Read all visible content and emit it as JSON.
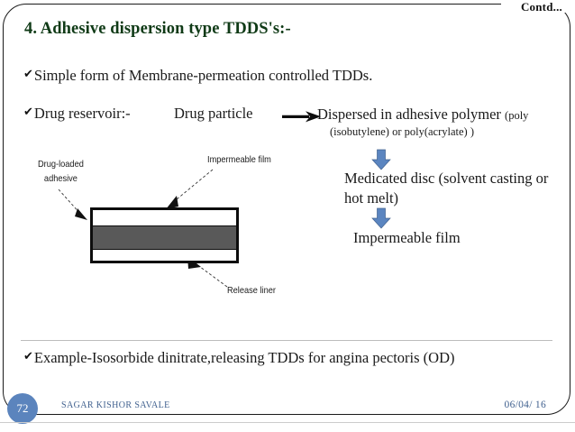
{
  "slide": {
    "contd_label": "Contd...",
    "title": "4. Adhesive dispersion type TDDS's:-",
    "bullets": [
      {
        "marker": "✔",
        "text": "Simple form of Membrane-permeation controlled TDDs."
      },
      {
        "marker": "✔",
        "text": "Drug reservoir:-"
      },
      {
        "marker": "✔",
        "text": "Example-Isosorbide dinitrate,releasing TDDs for angina pectoris (OD)"
      }
    ],
    "flow": {
      "source_label": "Drug particle",
      "arrow_icon": "right-arrow-icon",
      "target_line1": "Dispersed in adhesive polymer",
      "target_line1_paren": "(poly",
      "target_line2": "(isobutylene) or poly(acrylate) )",
      "step2": "Medicated disc (solvent casting or hot melt)",
      "step3": "Impermeable film",
      "down_arrow_icon": "down-arrow-icon",
      "arrow_color": "#5b85c0"
    },
    "diagram": {
      "label_drug_loaded_line1": "Drug-loaded",
      "label_drug_loaded_line2": "adhesive",
      "label_impermeable_film": "Impermeable film",
      "label_release_liner": "Release liner",
      "layer_colors": {
        "outline": "#0d0d0d",
        "face": "#ffffff",
        "core": "#595959"
      }
    },
    "footer": {
      "page_number": "72",
      "author": "SAGAR KISHOR SAVALE",
      "date": "06/04/ 16",
      "accent_color": "#5b84bd"
    },
    "title_color": "#0f3a16"
  }
}
